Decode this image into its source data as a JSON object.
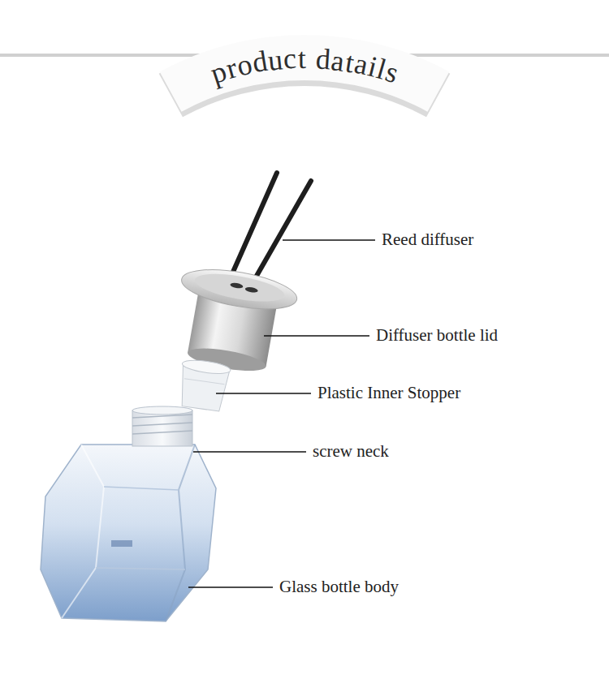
{
  "diagram": {
    "title": "product datails",
    "labels": [
      "Reed diffuser",
      "Diffuser bottle lid",
      "Plastic Inner Stopper",
      "screw neck",
      "Glass bottle body"
    ]
  }
}
